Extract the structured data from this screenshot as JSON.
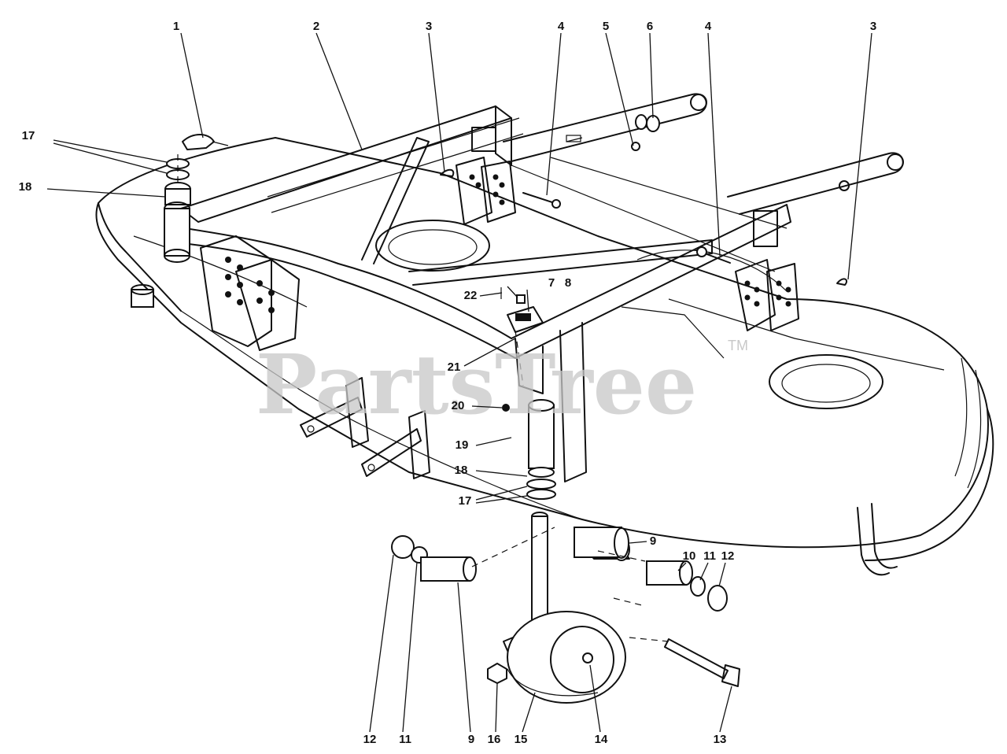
{
  "watermark": {
    "brand": "PartsTree",
    "trademark": "TM"
  },
  "callouts": [
    {
      "id": "c1",
      "text": "1"
    },
    {
      "id": "c2",
      "text": "2"
    },
    {
      "id": "c3a",
      "text": "3"
    },
    {
      "id": "c4a",
      "text": "4"
    },
    {
      "id": "c5",
      "text": "5"
    },
    {
      "id": "c6",
      "text": "6"
    },
    {
      "id": "c4b",
      "text": "4"
    },
    {
      "id": "c3b",
      "text": "3"
    },
    {
      "id": "c17a",
      "text": "17"
    },
    {
      "id": "c18a",
      "text": "18"
    },
    {
      "id": "c7",
      "text": "7"
    },
    {
      "id": "c8",
      "text": "8"
    },
    {
      "id": "c22",
      "text": "22"
    },
    {
      "id": "c21",
      "text": "21"
    },
    {
      "id": "c20",
      "text": "20"
    },
    {
      "id": "c19",
      "text": "19"
    },
    {
      "id": "c18b",
      "text": "18"
    },
    {
      "id": "c17b",
      "text": "17"
    },
    {
      "id": "c9a",
      "text": "9"
    },
    {
      "id": "c10",
      "text": "10"
    },
    {
      "id": "c11a",
      "text": "11"
    },
    {
      "id": "c12a",
      "text": "12"
    },
    {
      "id": "c12b",
      "text": "12"
    },
    {
      "id": "c11b",
      "text": "11"
    },
    {
      "id": "c9b",
      "text": "9"
    },
    {
      "id": "c16",
      "text": "16"
    },
    {
      "id": "c15",
      "text": "15"
    },
    {
      "id": "c14",
      "text": "14"
    },
    {
      "id": "c13",
      "text": "13"
    }
  ]
}
